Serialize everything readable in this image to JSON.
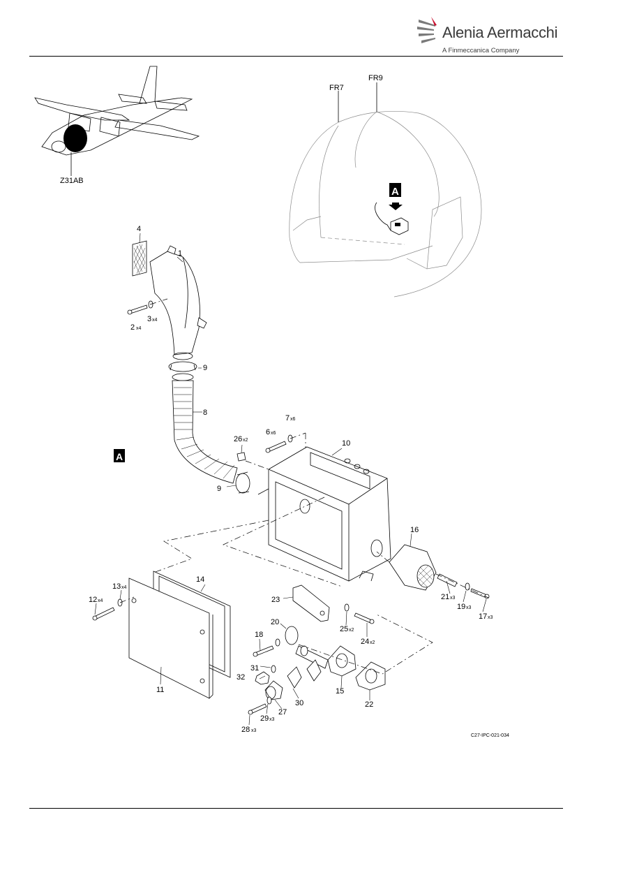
{
  "brand": {
    "name": "Alenia Aermacchi",
    "subtitle": "A Finmeccanica Company"
  },
  "zone_label": "Z31AB",
  "frames": [
    "FR7",
    "FR9"
  ],
  "view_label": "A",
  "figure_code": "C27-IPC-021-034",
  "callouts": [
    {
      "n": "1"
    },
    {
      "n": "2",
      "q": "x4"
    },
    {
      "n": "3",
      "q": "x4"
    },
    {
      "n": "4"
    },
    {
      "n": "6",
      "q": "x6"
    },
    {
      "n": "7",
      "q": "x6"
    },
    {
      "n": "8"
    },
    {
      "n": "9"
    },
    {
      "n": "9"
    },
    {
      "n": "10"
    },
    {
      "n": "11"
    },
    {
      "n": "12",
      "q": "x4"
    },
    {
      "n": "13",
      "q": "x4"
    },
    {
      "n": "14"
    },
    {
      "n": "15"
    },
    {
      "n": "16"
    },
    {
      "n": "17",
      "q": "x3"
    },
    {
      "n": "18"
    },
    {
      "n": "19",
      "q": "x3"
    },
    {
      "n": "20"
    },
    {
      "n": "21",
      "q": "x3"
    },
    {
      "n": "22"
    },
    {
      "n": "23"
    },
    {
      "n": "24",
      "q": "x2"
    },
    {
      "n": "25",
      "q": "x2"
    },
    {
      "n": "26",
      "q": "x2"
    },
    {
      "n": "27"
    },
    {
      "n": "28",
      "q": "x3"
    },
    {
      "n": "29",
      "q": "x3"
    },
    {
      "n": "30"
    },
    {
      "n": "31"
    },
    {
      "n": "32"
    }
  ]
}
